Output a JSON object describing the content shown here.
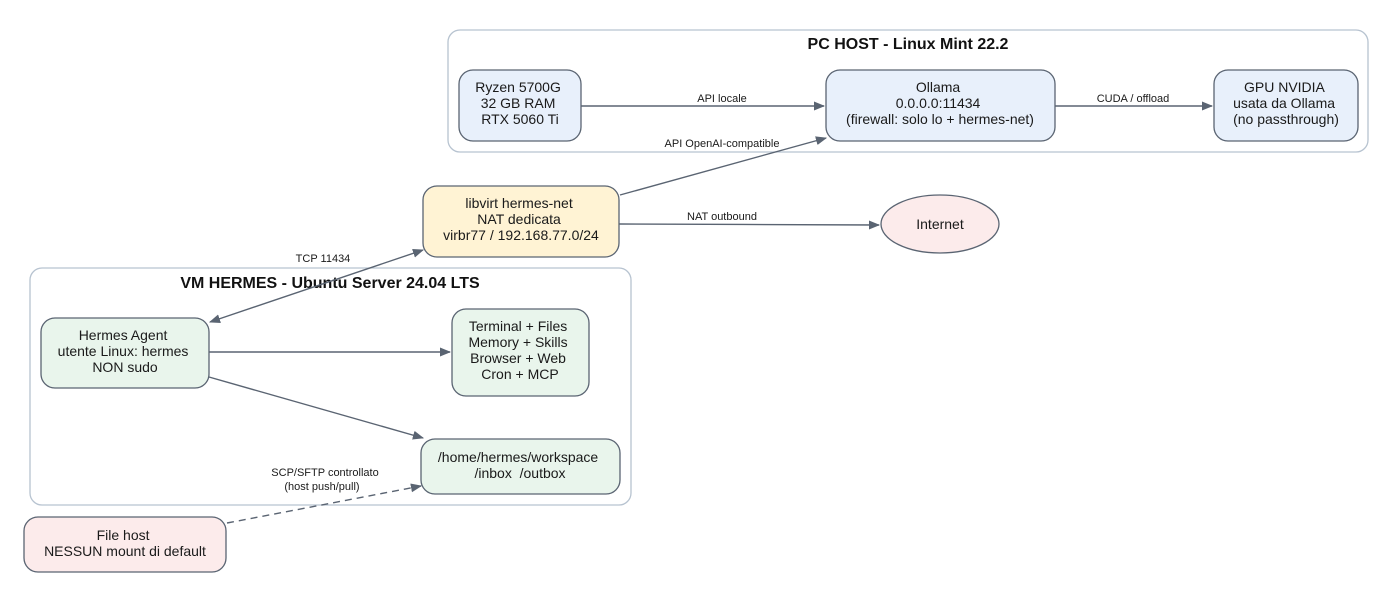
{
  "clusters": {
    "host": {
      "title": "PC HOST - Linux Mint 22.2"
    },
    "vm": {
      "title": "VM HERMES - Ubuntu Server 24.04 LTS"
    }
  },
  "nodes": {
    "ryzen": {
      "lines": [
        "Ryzen 5700G",
        "32 GB RAM",
        "RTX 5060 Ti"
      ]
    },
    "ollama": {
      "lines": [
        "Ollama",
        "0.0.0.0:11434",
        "(firewall: solo lo + hermes-net)"
      ]
    },
    "gpu": {
      "lines": [
        "GPU NVIDIA",
        "usata da Ollama",
        "(no passthrough)"
      ]
    },
    "libvirt": {
      "lines": [
        "libvirt hermes-net",
        "NAT dedicata",
        "virbr77 / 192.168.77.0/24"
      ]
    },
    "internet": {
      "lines": [
        "Internet"
      ]
    },
    "agent": {
      "lines": [
        "Hermes Agent",
        "utente Linux: hermes",
        "NON sudo"
      ]
    },
    "tools": {
      "lines": [
        "Terminal + Files",
        "Memory + Skills",
        "Browser + Web",
        "Cron + MCP"
      ]
    },
    "workspace": {
      "lines": [
        "/home/hermes/workspace",
        "/inbox  /outbox"
      ]
    },
    "filehost": {
      "lines": [
        "File host",
        "NESSUN mount di default"
      ]
    }
  },
  "edges": {
    "api_locale": {
      "label": "API locale"
    },
    "cuda": {
      "label": "CUDA / offload"
    },
    "openai": {
      "label": "API OpenAI-compatible"
    },
    "nat": {
      "label": "NAT outbound"
    },
    "tcp": {
      "label": "TCP 11434"
    },
    "scp": {
      "lines": [
        "SCP/SFTP controllato",
        "(host push/pull)"
      ]
    }
  },
  "colors": {
    "host_fill": "#e8f0fb",
    "network_fill": "#fff3d4",
    "vm_fill": "#e9f5ec",
    "external_fill": "#fcebeb",
    "edge": "#5a6472",
    "cluster_border": "#b7c3d0"
  }
}
